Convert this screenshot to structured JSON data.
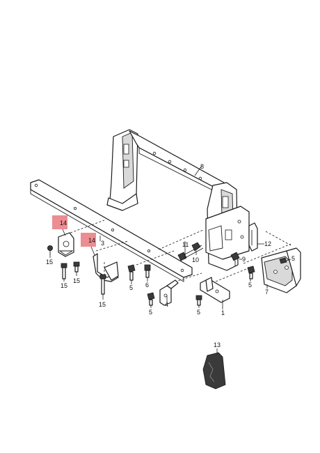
{
  "diagram": {
    "highlight_color": "#ec8d92",
    "callouts": {
      "c1": "1",
      "c3": "3",
      "c4": "4",
      "c5a": "5",
      "c5b": "5",
      "c5c": "5",
      "c5d": "5",
      "c5e": "5",
      "c6": "6",
      "c7": "7",
      "c8": "8",
      "c9": "9",
      "c10": "10",
      "c11": "11",
      "c12": "12",
      "c13": "13",
      "c14a": "14",
      "c14b": "14",
      "c15a": "15",
      "c15b": "15",
      "c15c": "15",
      "c15d": "15"
    }
  }
}
